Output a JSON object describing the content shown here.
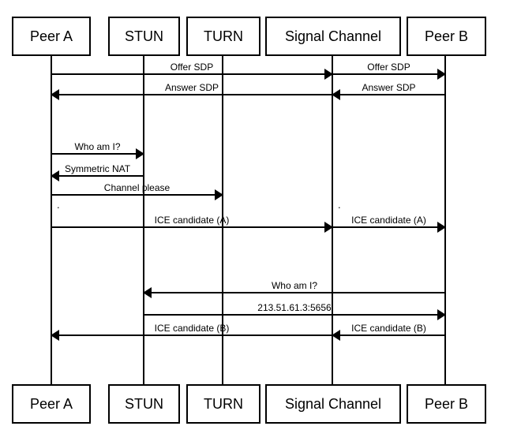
{
  "diagram": {
    "type": "sequence-diagram",
    "subject": "WebRTC ICE/SDP signalling between two peers via STUN, TURN and a signal channel",
    "background_color": "#ffffff",
    "line_color": "#000000",
    "actors": [
      {
        "id": "peer-a",
        "label": "Peer A"
      },
      {
        "id": "stun",
        "label": "STUN"
      },
      {
        "id": "turn",
        "label": "TURN"
      },
      {
        "id": "signal-channel",
        "label": "Signal Channel"
      },
      {
        "id": "peer-b",
        "label": "Peer B"
      }
    ],
    "messages": [
      {
        "from": "peer-a",
        "to": "signal-channel",
        "label": "Offer SDP"
      },
      {
        "from": "signal-channel",
        "to": "peer-b",
        "label": "Offer SDP"
      },
      {
        "from": "signal-channel",
        "to": "peer-a",
        "label": "Answer SDP"
      },
      {
        "from": "peer-b",
        "to": "signal-channel",
        "label": "Answer SDP"
      },
      {
        "from": "peer-a",
        "to": "stun",
        "label": "Who am I?"
      },
      {
        "from": "stun",
        "to": "peer-a",
        "label": "Symmetric NAT"
      },
      {
        "from": "peer-a",
        "to": "turn",
        "label": "Channel please"
      },
      {
        "from": "peer-a",
        "to": "signal-channel",
        "label": "ICE candidate (A)"
      },
      {
        "from": "signal-channel",
        "to": "peer-b",
        "label": "ICE candidate (A)"
      },
      {
        "from": "peer-b",
        "to": "stun",
        "label": "Who am I?"
      },
      {
        "from": "stun",
        "to": "peer-b",
        "label": "213.51.61.3:5656"
      },
      {
        "from": "signal-channel",
        "to": "peer-a",
        "label": "ICE candidate (B)"
      },
      {
        "from": "peer-b",
        "to": "signal-channel",
        "label": "ICE candidate (B)"
      }
    ],
    "stray_marks": [
      {
        "text": "."
      },
      {
        "text": "."
      }
    ]
  }
}
